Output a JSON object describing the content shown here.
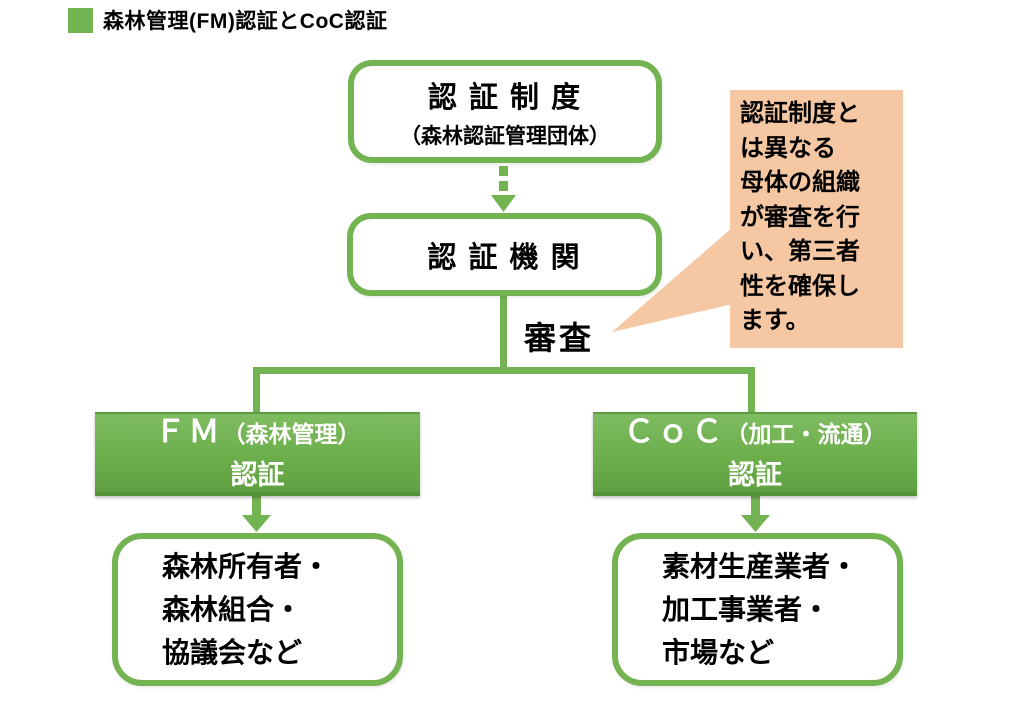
{
  "title": {
    "text": "森林管理(FM)認証とCoC認証"
  },
  "colors": {
    "green_line": "#74B351",
    "green_fill_top": "#7FBC61",
    "green_fill_bottom": "#60A043",
    "callout_bg": "#F5C8A3",
    "text": "#000000",
    "green_box_text": "#FFFFFF",
    "background": "#FFFFFF"
  },
  "nodes": {
    "scheme": {
      "line1": "認 証 制 度",
      "line2": "（森林認証管理団体）"
    },
    "body": {
      "label": "認 証 機 関"
    },
    "fm": {
      "acronym": "ＦＭ",
      "qualifier": "（森林管理）",
      "line2": "認証"
    },
    "coc": {
      "acronym": "ＣｏＣ",
      "qualifier": "（加工・流通）",
      "line2": "認証"
    },
    "fm_targets": {
      "lines": [
        "森林所有者・",
        "森林組合・",
        "協議会など"
      ]
    },
    "coc_targets": {
      "lines": [
        "素材生産業者・",
        "加工事業者・",
        "市場など"
      ]
    }
  },
  "labels": {
    "audit": "審査"
  },
  "callout": {
    "full_text": "認証制度とは異なる母体の組織が審査を行い、第三者性を確保します。",
    "lines": [
      "認証制度と",
      "は異なる",
      "母体の組織",
      "が審査を行",
      "い、第三者",
      "性を確保し",
      "ます。"
    ]
  }
}
